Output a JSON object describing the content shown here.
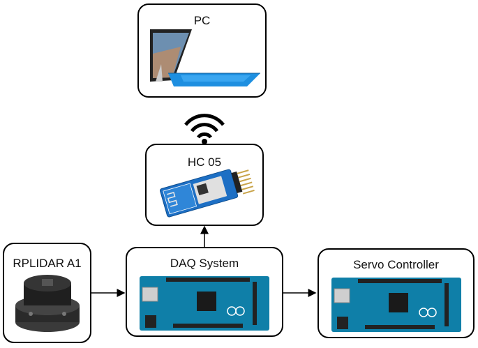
{
  "nodes": {
    "pc": {
      "label": "PC"
    },
    "hc05": {
      "label": "HC 05"
    },
    "rplidar": {
      "label": "RPLIDAR A1"
    },
    "daq": {
      "label": "DAQ System"
    },
    "servo": {
      "label": "Servo Controller"
    }
  },
  "edges": [
    {
      "from": "rplidar",
      "to": "daq"
    },
    {
      "from": "daq",
      "to": "hc05"
    },
    {
      "from": "daq",
      "to": "servo"
    },
    {
      "from": "hc05",
      "to": "pc",
      "style": "wireless"
    }
  ],
  "colors": {
    "border": "#000000",
    "arduino_blue": "#0f7fa8",
    "surface_blue": "#1e8fe0",
    "module_blue": "#1d6fc4",
    "lidar_black": "#2a2a2a"
  }
}
